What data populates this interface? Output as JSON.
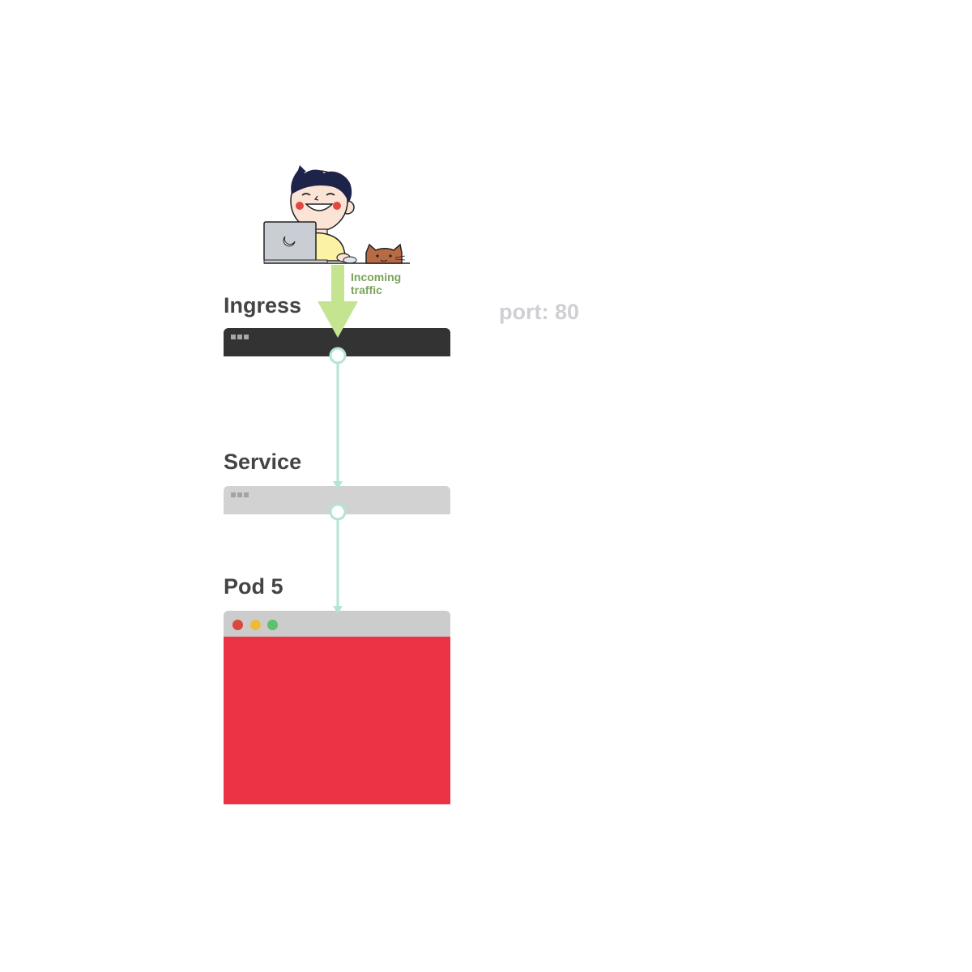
{
  "person": {
    "icon": "developer-with-laptop-and-cat-illustration",
    "traffic_label_line1": "Incoming",
    "traffic_label_line2": "traffic"
  },
  "nodes": {
    "ingress": {
      "label": "Ingress"
    },
    "service": {
      "label": "Service"
    },
    "pod": {
      "label": "Pod 5"
    }
  },
  "port_label": "port: 80",
  "colors": {
    "traffic_arrow": "#c5e48f",
    "connector": "#b2e6d1",
    "ingress_bar": "#333333",
    "service_bar": "#d2d2d2",
    "pod_body": "#ec3344",
    "label_text": "#444444",
    "port_text": "#cfcfd4",
    "traffic_text": "#7aa35a"
  }
}
